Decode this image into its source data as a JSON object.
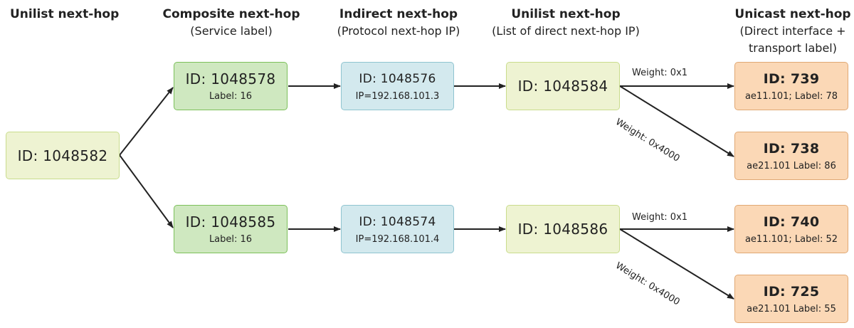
{
  "headers": [
    {
      "title": "Unilist next-hop",
      "sub": ""
    },
    {
      "title": "Composite next-hop",
      "sub": "(Service label)"
    },
    {
      "title": "Indirect next-hop",
      "sub": "(Protocol next-hop IP)"
    },
    {
      "title": "Unilist next-hop",
      "sub": "(List of direct next-hop IP)"
    },
    {
      "title": "Unicast next-hop",
      "sub": "(Direct interface + transport label)"
    }
  ],
  "nodes": {
    "root": {
      "id": "ID: 1048582"
    },
    "composite_a": {
      "id": "ID: 1048578",
      "sub": "Label: 16"
    },
    "composite_b": {
      "id": "ID: 1048585",
      "sub": "Label: 16"
    },
    "indirect_a": {
      "id": "ID: 1048576",
      "sub": "IP=192.168.101.3"
    },
    "indirect_b": {
      "id": "ID: 1048574",
      "sub": "IP=192.168.101.4"
    },
    "unilist_a": {
      "id": "ID: 1048584"
    },
    "unilist_b": {
      "id": "ID: 1048586"
    },
    "unicast_739": {
      "id": "ID: 739",
      "sub": "ae11.101; Label: 78"
    },
    "unicast_738": {
      "id": "ID: 738",
      "sub": "ae21.101 Label: 86"
    },
    "unicast_740": {
      "id": "ID: 740",
      "sub": "ae11.101; Label: 52"
    },
    "unicast_725": {
      "id": "ID: 725",
      "sub": "ae21.101 Label: 55"
    }
  },
  "edge_labels": {
    "a_w1": "Weight: 0x1",
    "a_w2": "Weight: 0x4000",
    "b_w1": "Weight: 0x1",
    "b_w2": "Weight: 0x4000"
  },
  "colors": {
    "composite": "#cfe8c0",
    "indirect": "#d3e9ee",
    "unilist": "#eef3d2",
    "unicast": "#fbd8b6",
    "arrow": "#222222"
  }
}
